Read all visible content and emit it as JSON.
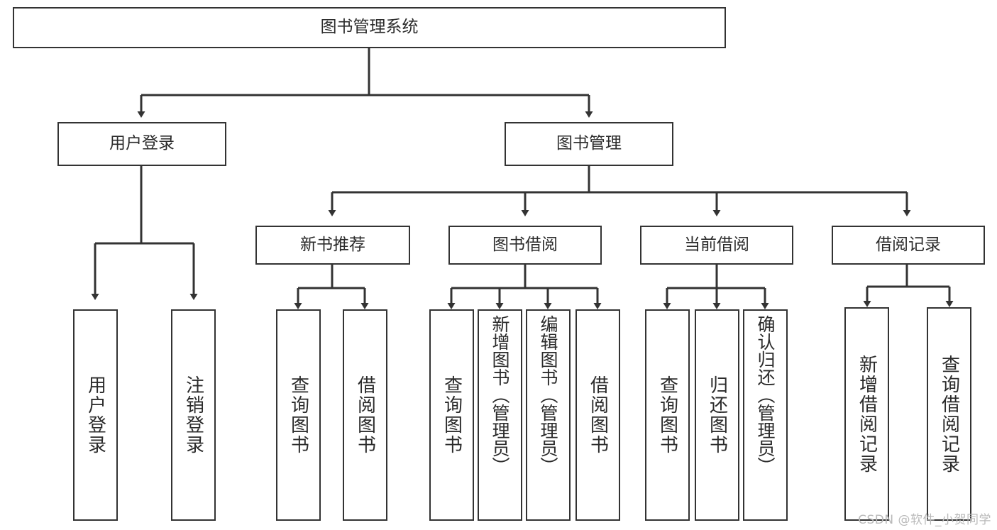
{
  "diagram": {
    "type": "hierarchy-tree",
    "title": "图书管理系统",
    "stroke_color": "#333333",
    "text_color": "#2b2b2b",
    "background_color": "#ffffff",
    "watermark": "CSDN @软件_小贺同学",
    "root": {
      "label": "图书管理系统"
    },
    "level2": [
      {
        "label": "用户登录"
      },
      {
        "label": "图书管理"
      }
    ],
    "level3": [
      {
        "label": "新书推荐"
      },
      {
        "label": "图书借阅"
      },
      {
        "label": "当前借阅"
      },
      {
        "label": "借阅记录"
      }
    ],
    "leaves": {
      "user_login": [
        {
          "label": "用户登录"
        },
        {
          "label": "注销登录"
        }
      ],
      "new_book_recommend": [
        {
          "label": "查询图书"
        },
        {
          "label": "借阅图书"
        }
      ],
      "book_borrow": [
        {
          "label": "查询图书"
        },
        {
          "label": "新增图书（管理员）"
        },
        {
          "label": "编辑图书（管理员）"
        },
        {
          "label": "借阅图书"
        }
      ],
      "current_borrow": [
        {
          "label": "查询图书"
        },
        {
          "label": "归还图书"
        },
        {
          "label": "确认归还（管理员）"
        }
      ],
      "borrow_record": [
        {
          "label": "新增借阅记录"
        },
        {
          "label": "查询借阅记录"
        }
      ]
    }
  }
}
